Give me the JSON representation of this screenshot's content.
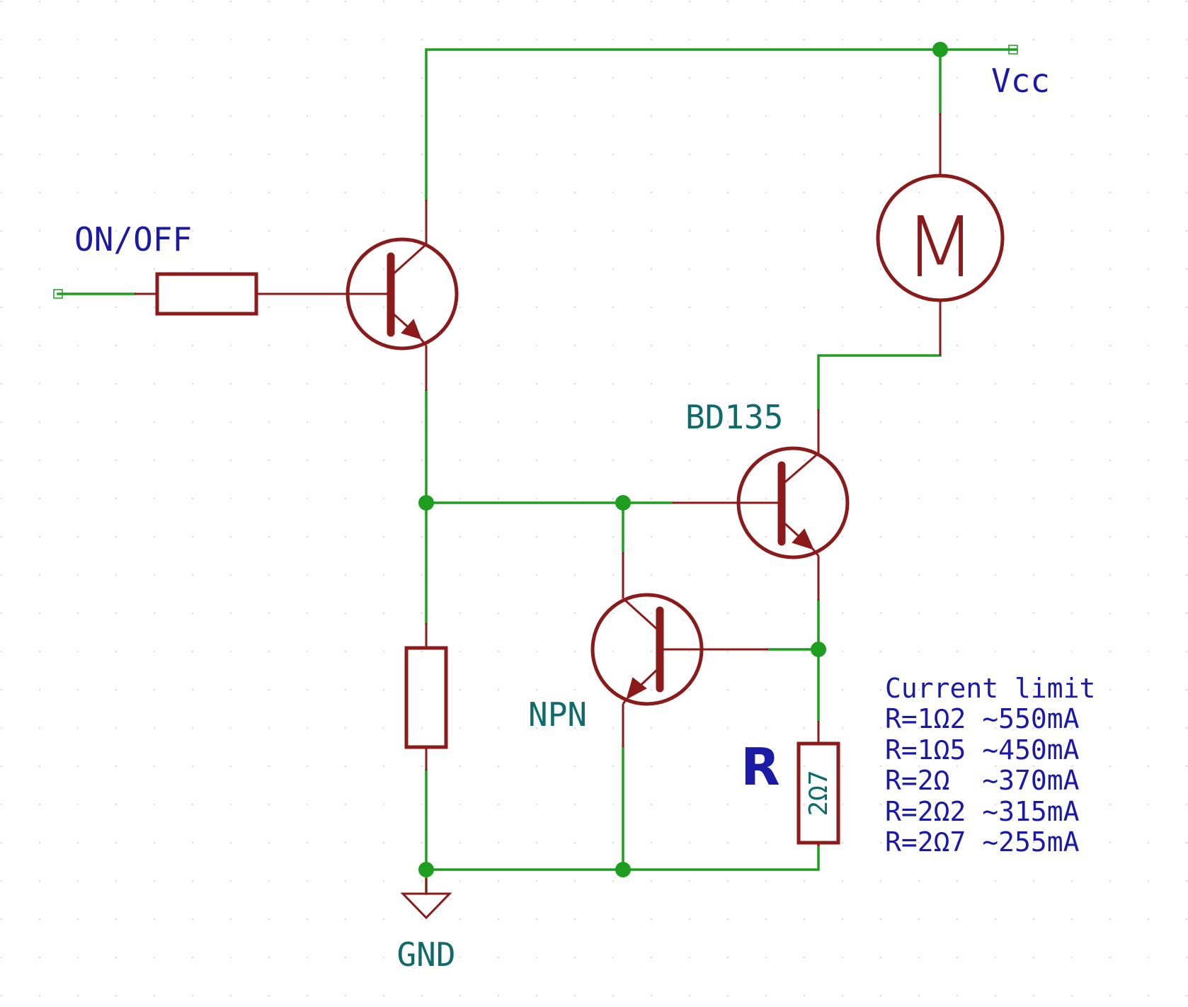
{
  "labels": {
    "on_off": "ON/OFF",
    "vcc": "Vcc",
    "gnd": "GND",
    "bd135": "BD135",
    "npn": "NPN",
    "r_big": "R",
    "r_value": "2Ω7",
    "motor": "M"
  },
  "current_limit": {
    "title": "Current limit",
    "rows": [
      "R=1Ω2 ~550mA",
      "R=1Ω5 ~450mA",
      "R=2Ω  ~370mA",
      "R=2Ω2 ~315mA",
      "R=2Ω7 ~255mA"
    ]
  },
  "colors": {
    "wire": "#1e9e1e",
    "component": "#8b1a1a",
    "label_blue": "#1a1aa6",
    "label_teal": "#0f6b6b"
  }
}
